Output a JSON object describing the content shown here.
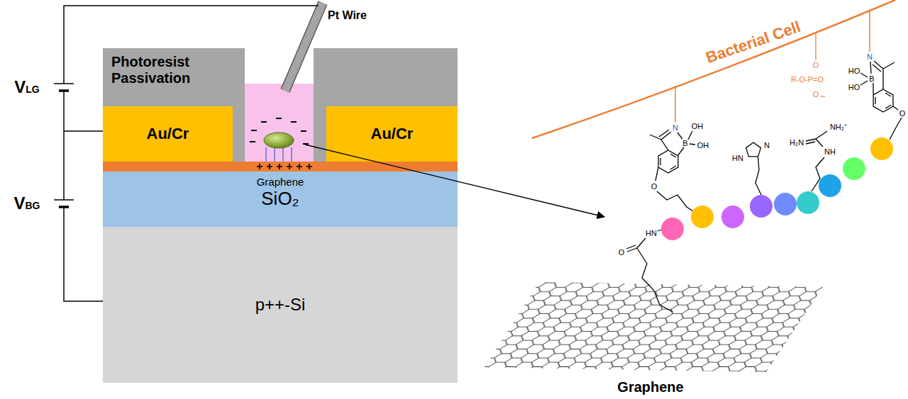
{
  "diagram": {
    "nodes": [
      {
        "text": [
          "Photoresist Passivation"
        ]
      },
      {
        "text": [
          "Au/Cr"
        ]
      },
      {
        "text": [
          "Au/Cr"
        ]
      },
      {
        "text": [
          "Graphene"
        ]
      },
      {
        "text": [
          "SiO₂"
        ]
      },
      {
        "text": [
          "p++-Si"
        ]
      }
    ],
    "labels": [
      "Pt Wire",
      "VLG",
      "VBG",
      "Bacterial Cell",
      "Graphene",
      "N",
      "OH",
      "B",
      "OH",
      "HN",
      "N",
      "NH₂⁺",
      "H₂N",
      "NH",
      "R-O-P=O",
      "O",
      "O",
      "N",
      "B",
      "HO",
      "HO",
      "O",
      "O",
      "HN",
      "O"
    ]
  }
}
